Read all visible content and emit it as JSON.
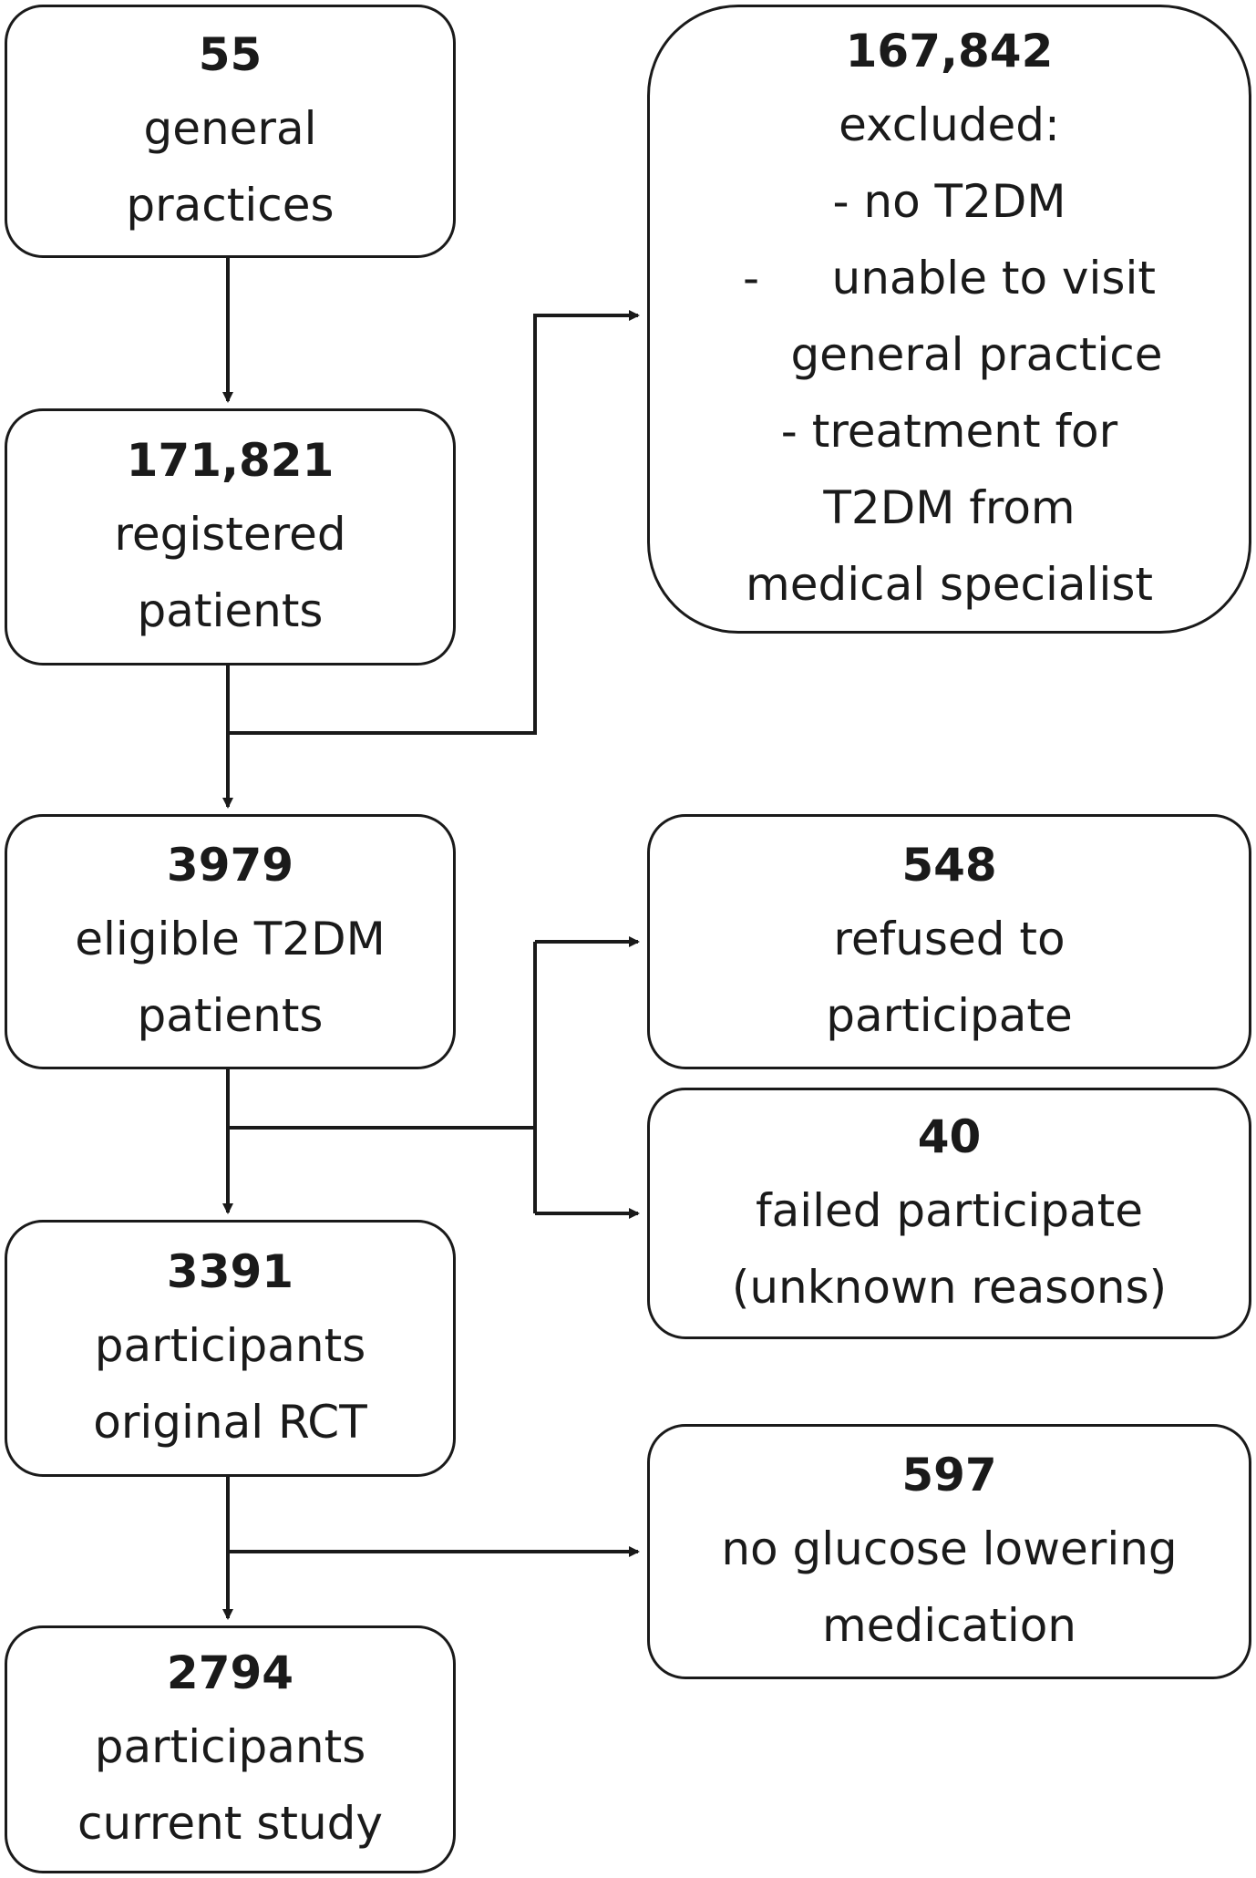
{
  "boxes": {
    "practices": {
      "number": "55",
      "lines": [
        "general",
        "practices"
      ]
    },
    "registered": {
      "number": "171,821",
      "lines": [
        "registered",
        "patients"
      ]
    },
    "eligible": {
      "number": "3979",
      "lines": [
        "eligible T2DM",
        "patients"
      ]
    },
    "rct": {
      "number": "3391",
      "lines": [
        "participants",
        "original RCT"
      ]
    },
    "current": {
      "number": "2794",
      "lines": [
        "participants",
        "current study"
      ]
    },
    "excluded": {
      "number": "167,842",
      "lines": [
        "excluded:",
        "- no T2DM",
        "-     unable to visit",
        "general practice",
        "- treatment for",
        "T2DM from",
        "medical specialist"
      ]
    },
    "refused": {
      "number": "548",
      "lines": [
        "refused to",
        "participate"
      ]
    },
    "failed": {
      "number": "40",
      "lines": [
        "failed participate",
        "(unknown reasons)"
      ]
    },
    "noglucose": {
      "number": "597",
      "lines": [
        "no glucose lowering",
        "medication"
      ]
    }
  },
  "colors": {
    "stroke": "#1a1a1a",
    "background": "#ffffff"
  }
}
